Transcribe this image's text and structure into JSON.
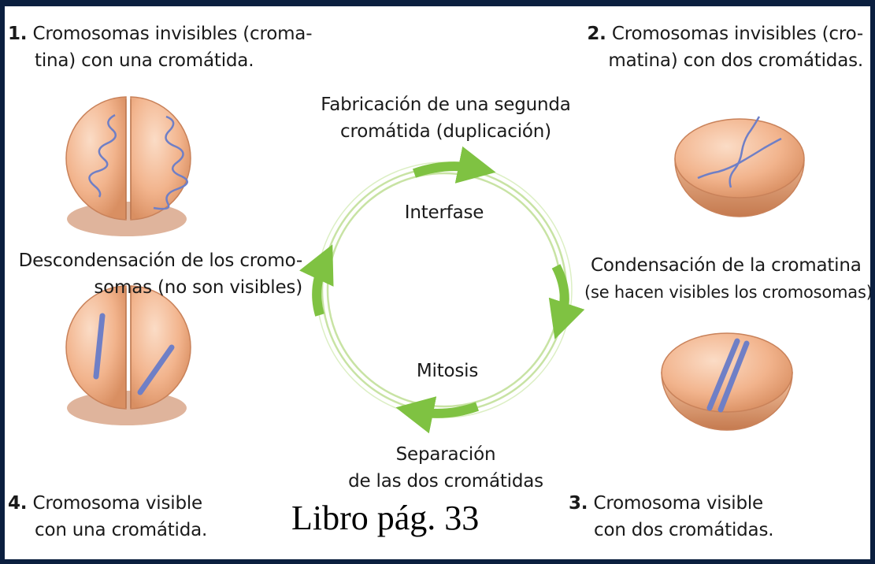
{
  "stages": [
    {
      "number": "1.",
      "line1": "Cromosomas invisibles (croma-",
      "line2": "tina) con una cromátida."
    },
    {
      "number": "2.",
      "line1": "Cromosomas invisibles (cro-",
      "line2": "matina) con dos cromátidas."
    },
    {
      "number": "3.",
      "line1": "Cromosoma visible",
      "line2": "con dos cromátidas."
    },
    {
      "number": "4.",
      "line1": "Cromosoma visible",
      "line2": "con una cromátida."
    }
  ],
  "transitions": {
    "duplication": {
      "line1": "Fabricación de una segunda",
      "line2": "cromátida (duplicación)"
    },
    "condensation": {
      "line1": "Condensación de la cromatina",
      "line2": "(se hacen visibles los cromosomas)"
    },
    "separation": {
      "line1": "Separación",
      "line2": "de las dos cromátidas"
    },
    "decondensation": {
      "line1": "Descondensación de los cromo-",
      "line2": "somas (no son visibles)"
    }
  },
  "cycle": {
    "interphase": "Interfase",
    "mitosis": "Mitosis"
  },
  "footer": "Libro pág. 33",
  "colors": {
    "frame": "#0b1f3f",
    "cell_fill": "#f2b48d",
    "cell_edge": "#c9825a",
    "chromosome": "#7b8fcf",
    "cycle_ring": "#c8e3a4",
    "arrow": "#7fc242"
  }
}
